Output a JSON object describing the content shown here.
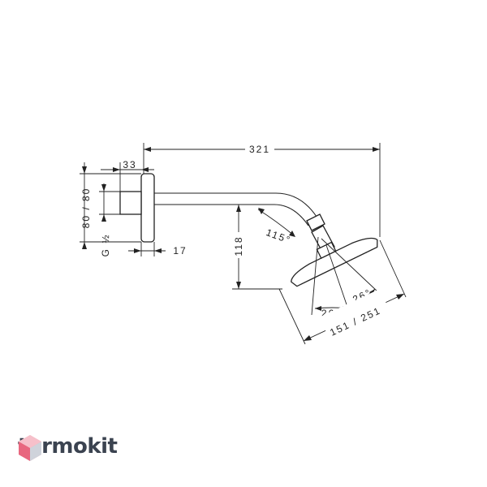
{
  "dimensions": {
    "overall_length": "321",
    "wall_depth": "33",
    "rosette": "80 / 80",
    "thread": "G ½",
    "wall_offset": "17",
    "drop_height": "118",
    "angle": "115°",
    "tilt_left": "26°",
    "tilt_right": "26°",
    "head_diameter": "151 / 251"
  },
  "brand": {
    "name": "termokit",
    "colors": {
      "gem_light": "#f3a6b3",
      "gem_dark": "#e8677f",
      "gem_mid": "#cfd3db",
      "text": "#3b4350"
    }
  },
  "colors": {
    "line": "#222222",
    "background": "#ffffff"
  }
}
